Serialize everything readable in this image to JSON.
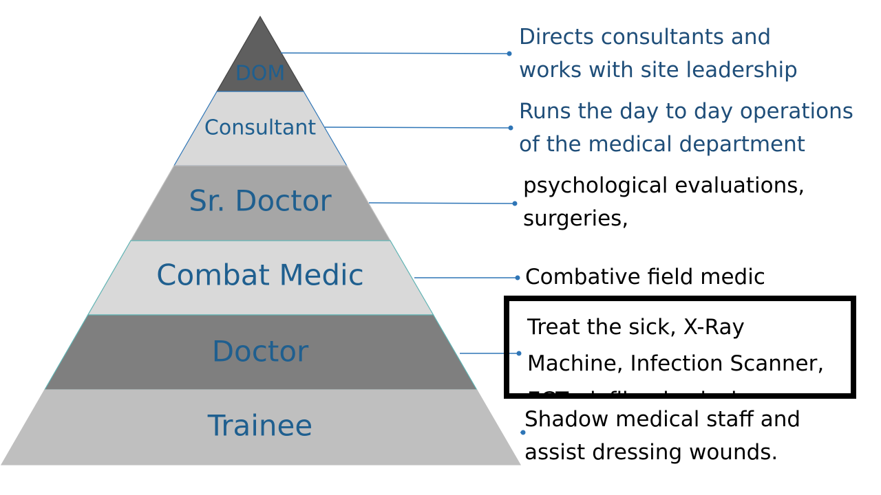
{
  "tiers": [
    {
      "label": "DOM",
      "fill": "#5f5f5f",
      "text_color": "#1f5f8f"
    },
    {
      "label": "Consultant",
      "fill": "#d9d9d9",
      "text_color": "#1f5f8f"
    },
    {
      "label": "Sr. Doctor",
      "fill": "#a6a6a6",
      "text_color": "#1f5f8f"
    },
    {
      "label": "Combat Medic",
      "fill": "#d9d9d9",
      "text_color": "#1f5f8f"
    },
    {
      "label": "Doctor",
      "fill": "#7f7f7f",
      "text_color": "#1f5f8f"
    },
    {
      "label": "Trainee",
      "fill": "#bfbfbf",
      "text_color": "#1f5f8f"
    }
  ],
  "descriptions": [
    {
      "lines": [
        "Directs consultants and",
        "works with site leadership"
      ],
      "color": "#1f4e79"
    },
    {
      "lines": [
        "Runs the day to day operations",
        "of the medical department"
      ],
      "color": "#1f4e79"
    },
    {
      "lines": [
        "psychological evaluations,",
        "surgeries,"
      ],
      "color": "#000000"
    },
    {
      "lines": [
        "Combative field medic"
      ],
      "color": "#000000"
    },
    {
      "lines": [
        "Treat the sick, X-Ray",
        "Machine, Infection Scanner,",
        "ECT, defib, physicals"
      ],
      "color": "#000000"
    },
    {
      "lines": [
        "Shadow medical staff and",
        "assist dressing wounds."
      ],
      "color": "#000000"
    }
  ],
  "connector_color": "#2e75b6"
}
